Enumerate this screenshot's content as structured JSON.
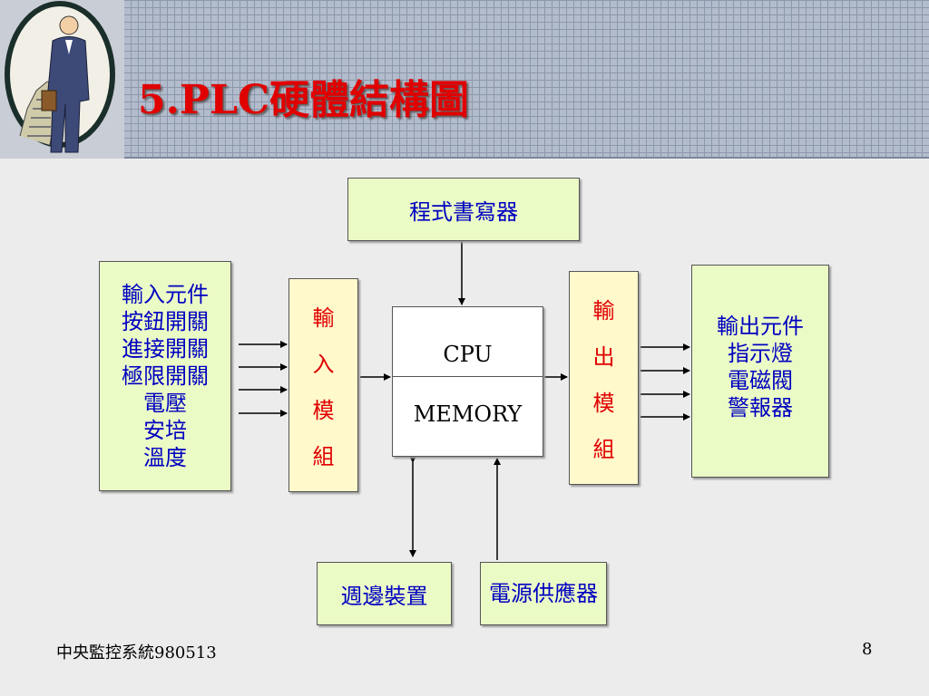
{
  "header": {
    "title": "5.PLC硬體結構圖"
  },
  "diagram": {
    "programmer": "程式書寫器",
    "input_devices": [
      "輸入元件",
      "按鈕開關",
      "進接開關",
      "極限開關",
      "電壓",
      "安培",
      "溫度"
    ],
    "input_module": [
      "輸",
      "入",
      "模",
      "組"
    ],
    "cpu": {
      "top": "CPU",
      "bottom": "MEMORY"
    },
    "output_module": [
      "輸",
      "出",
      "模",
      "組"
    ],
    "output_devices": [
      "輸出元件",
      "指示燈",
      "電磁閥",
      "警報器"
    ],
    "peripheral": "週邊裝置",
    "power_supply": "電源供應器"
  },
  "footer": {
    "left": "中央監控系統980513",
    "page": "8"
  },
  "colors": {
    "title": "#e00000",
    "box_text": "#0000c0",
    "green_box": "#ebfbc6",
    "yellow_box": "#fff9cc"
  }
}
